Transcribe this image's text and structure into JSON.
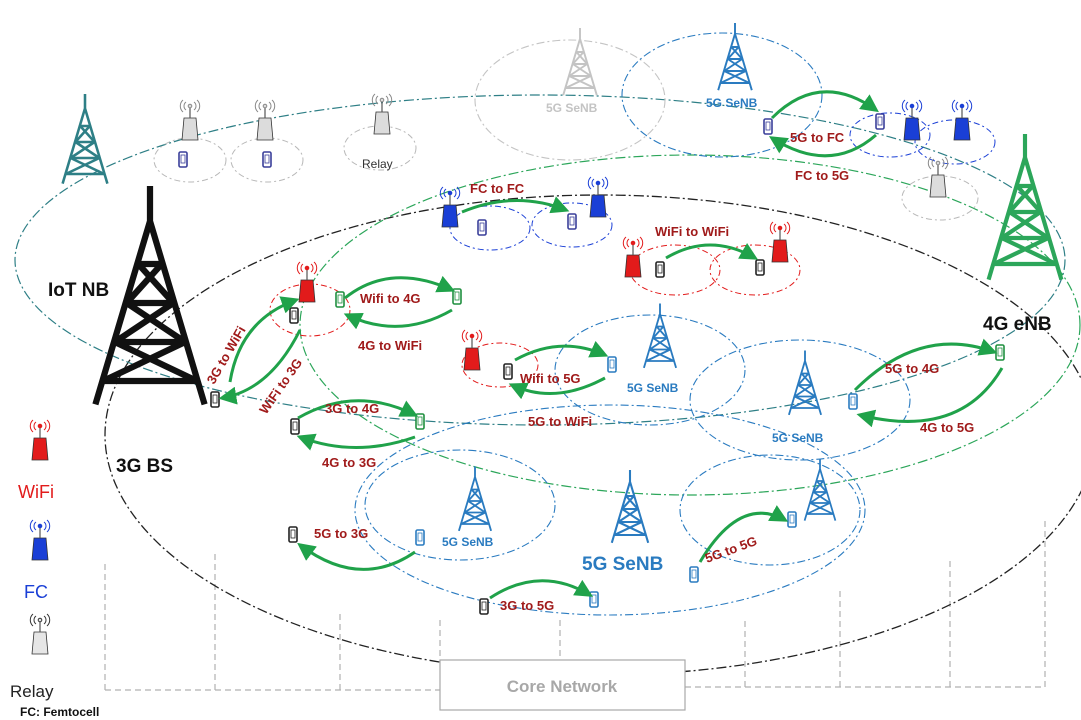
{
  "colors": {
    "wifi": "#e21b1b",
    "femtocell": "#1a3fd6",
    "senb": "#2a7bc0",
    "enb": "#2ca65a",
    "iot": "#2e7f86",
    "bs3g": "#111111",
    "relay": "#c4c4c4",
    "arrow": "#20a24a",
    "handover_text": "#a01b1b",
    "dashed_link": "#b0b0b0"
  },
  "stations": {
    "iot_nb": "IoT NB",
    "bs_3g": "3G BS",
    "enb_4g": "4G eNB",
    "senb_center": "5G SeNB",
    "senb_top_grey": "5G SeNB",
    "senb_top_blue": "5G SeNB",
    "senb_mid": "5G SeNB",
    "senb_right": "5G SeNB",
    "senb_bottom_left": "5G SeNB",
    "relay_top": "Relay"
  },
  "handovers": {
    "fg_5g_fc": "5G to FC",
    "fc_5g": "FC to 5G",
    "fc_fc": "FC  to FC",
    "wifi_wifi": "WiFi  to WiFi",
    "g3_wifi": "3G to WiFi",
    "wifi_3g": "WiFi  to 3G",
    "wifi_4g": "Wifi to 4G",
    "g4_wifi": "4G to WiFi",
    "wifi_5g": "Wifi to 5G",
    "g5_wifi": "5G to WiFi",
    "g3_4g": "3G to 4G",
    "g4_3g": "4G  to 3G",
    "g5_4g": "5G to 4G",
    "g4_5g": "4G  to 5G",
    "g5_3g": "5G  to 3G",
    "g3_5g": "3G to 5G",
    "g5_5g": "5G to 5G"
  },
  "legend": {
    "wifi": "WiFi",
    "fc": "FC",
    "relay": "Relay"
  },
  "core_network": "Core Network",
  "footnote": "FC: Femtocell"
}
